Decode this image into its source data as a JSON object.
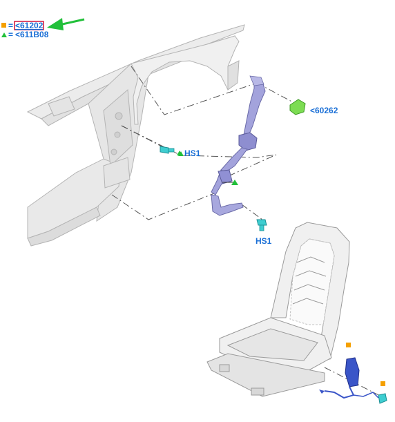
{
  "legend": {
    "square_ref": "<61202",
    "triangle_ref": "<611B08",
    "equals": "="
  },
  "callouts": {
    "retractor_part": "<60262",
    "upper_bolt": "HS1",
    "lower_bolt": "HS1"
  },
  "colors": {
    "label_blue": "#1a6fd6",
    "square_marker": "#f5a000",
    "triangle_marker": "#22c03a",
    "arrow": "#22c03a",
    "highlight_box": "#d0103a",
    "belt": "#9a9ad8",
    "belt_dark": "#6a6aa8",
    "buckle": "#3a55c8",
    "bolt": "#3ecdd0",
    "retractor_cover": "#7cdc52",
    "body_panel": "#e8e8e8",
    "body_edge": "#b0b0b0",
    "dash_line": "#555555"
  },
  "icons": {
    "square": "orange-square-marker",
    "triangle": "green-triangle-marker",
    "arrow": "green-pointer-arrow"
  }
}
